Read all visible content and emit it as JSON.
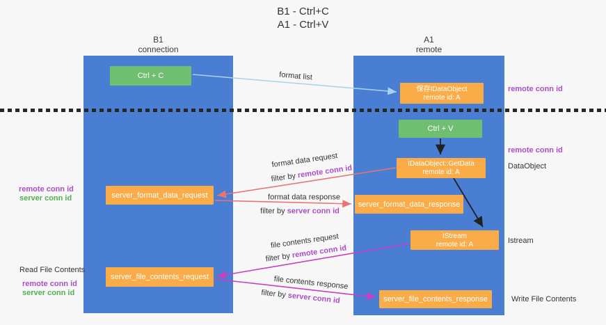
{
  "title": {
    "line1": "B1 - Ctrl+C",
    "line2": "A1 - Ctrl+V"
  },
  "columns": {
    "left": {
      "name": "B1",
      "subtitle": "connection"
    },
    "right": {
      "name": "A1",
      "subtitle": "remote"
    }
  },
  "colors": {
    "column_blue": "#4a7ed3",
    "box_green": "#70bf70",
    "box_orange": "#f9ac48",
    "purple": "#ab4ec8",
    "green_text": "#56ad56",
    "red_arrow": "#e87474",
    "magenta_arrow": "#c93fc4",
    "lightblue_arrow": "#a9d2ee",
    "ink": "#333333"
  },
  "nodes": {
    "ctrl_c": "Ctrl + C",
    "save_idataobject": {
      "line1": "保存IDataObject",
      "line2": "remote id: A"
    },
    "ctrl_v": "Ctrl + V",
    "getdata": {
      "line1": "IDataObject::GetData",
      "line2": "remote id: A"
    },
    "format_request": "server_format_data_request",
    "format_response": "server_format_data_response",
    "istream": {
      "line1": "IStream",
      "line2": "remote id: A"
    },
    "file_request": "server_file_contents_request",
    "file_response": "server_file_contents_response"
  },
  "side_labels": {
    "remote_conn_top": "remote conn id",
    "remote_conn_mid": "remote conn id",
    "dataobject": "DataObject",
    "left_remote_conn_1": "remote conn id",
    "left_server_conn_1": "server conn id",
    "istream_label": "Istream",
    "read_file": "Read File Contents",
    "left_remote_conn_2": "remote conn id",
    "left_server_conn_2": "server conn id",
    "write_file": "Write File Contents"
  },
  "arrow_labels": {
    "format_list": "format list",
    "format_data_request": {
      "line1": "format data request",
      "prefix": "filter by",
      "highlight": "remote conn id"
    },
    "format_data_response": {
      "line1": "format data response",
      "prefix": "filter by",
      "highlight": "server conn id"
    },
    "file_contents_request": {
      "line1": "file contents request",
      "prefix": "filter by",
      "highlight": "remote conn id"
    },
    "file_contents_response": {
      "line1": "file contents response",
      "prefix": "filter by",
      "highlight": "server conn id"
    }
  }
}
